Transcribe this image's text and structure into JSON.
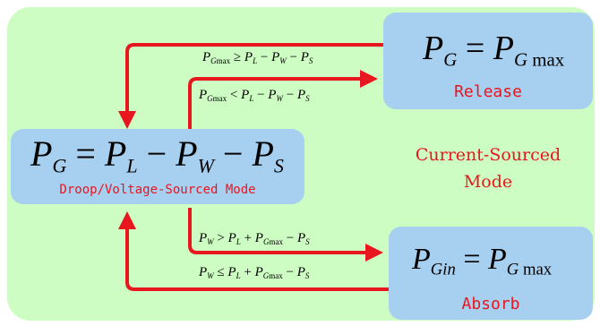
{
  "boxes": {
    "droop": {
      "caption": "Droop/Voltage-Sourced Mode"
    },
    "release": {
      "caption": "Release"
    },
    "absorb": {
      "caption": "Absorb"
    }
  },
  "mode_label": {
    "line1": "Current-Sourced",
    "line2": "Mode"
  },
  "colors": {
    "background": "#cdfdc2",
    "box": "#a6cff0",
    "arrow": "#e8161e",
    "caption_text": "#e8161e"
  }
}
